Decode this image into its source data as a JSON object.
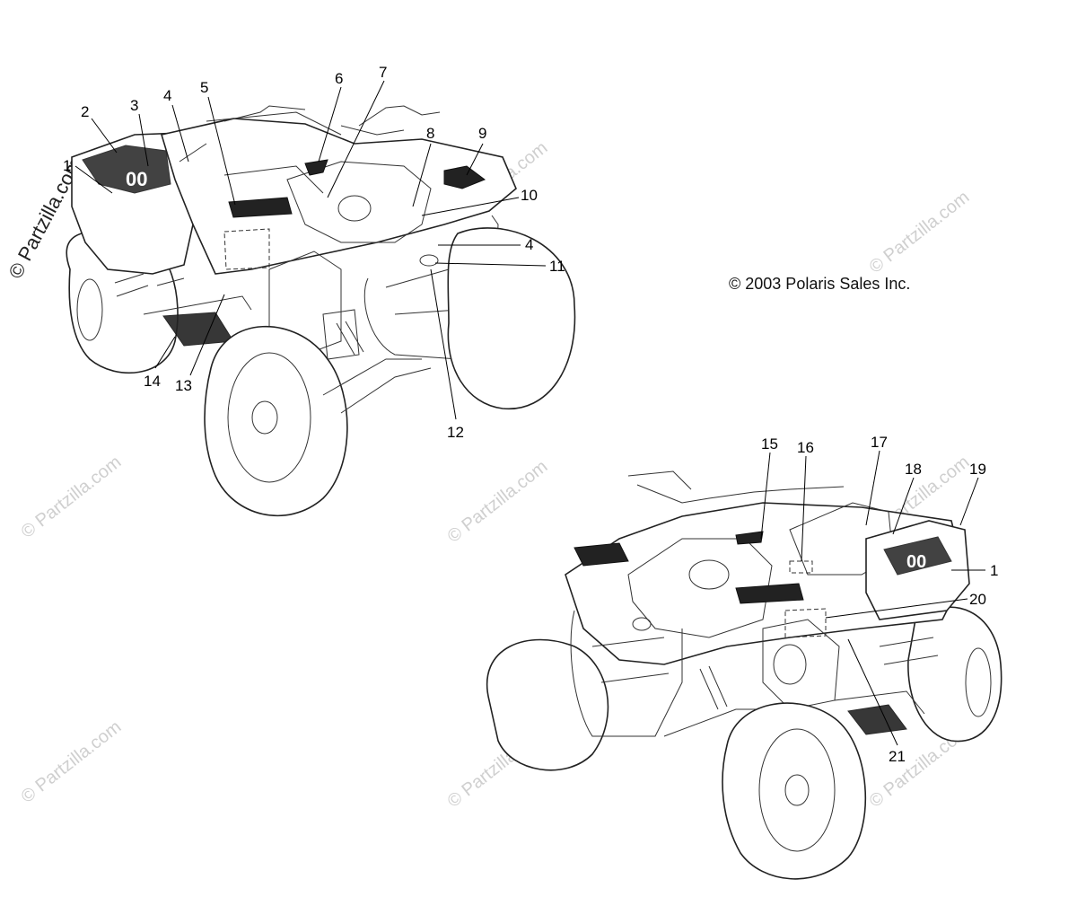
{
  "copyright": "© 2003 Polaris Sales Inc.",
  "watermark": "© Partzilla.com",
  "watermark_side": "© Partzilla.com",
  "callouts_top": [
    "1",
    "2",
    "3",
    "4",
    "5",
    "6",
    "7",
    "8",
    "9",
    "10",
    "4",
    "11",
    "12",
    "13",
    "14"
  ],
  "callouts_bottom": [
    "15",
    "16",
    "17",
    "18",
    "19",
    "1",
    "20",
    "21"
  ],
  "colors": {
    "line": "#000000",
    "watermark": "#cfcfcf"
  }
}
